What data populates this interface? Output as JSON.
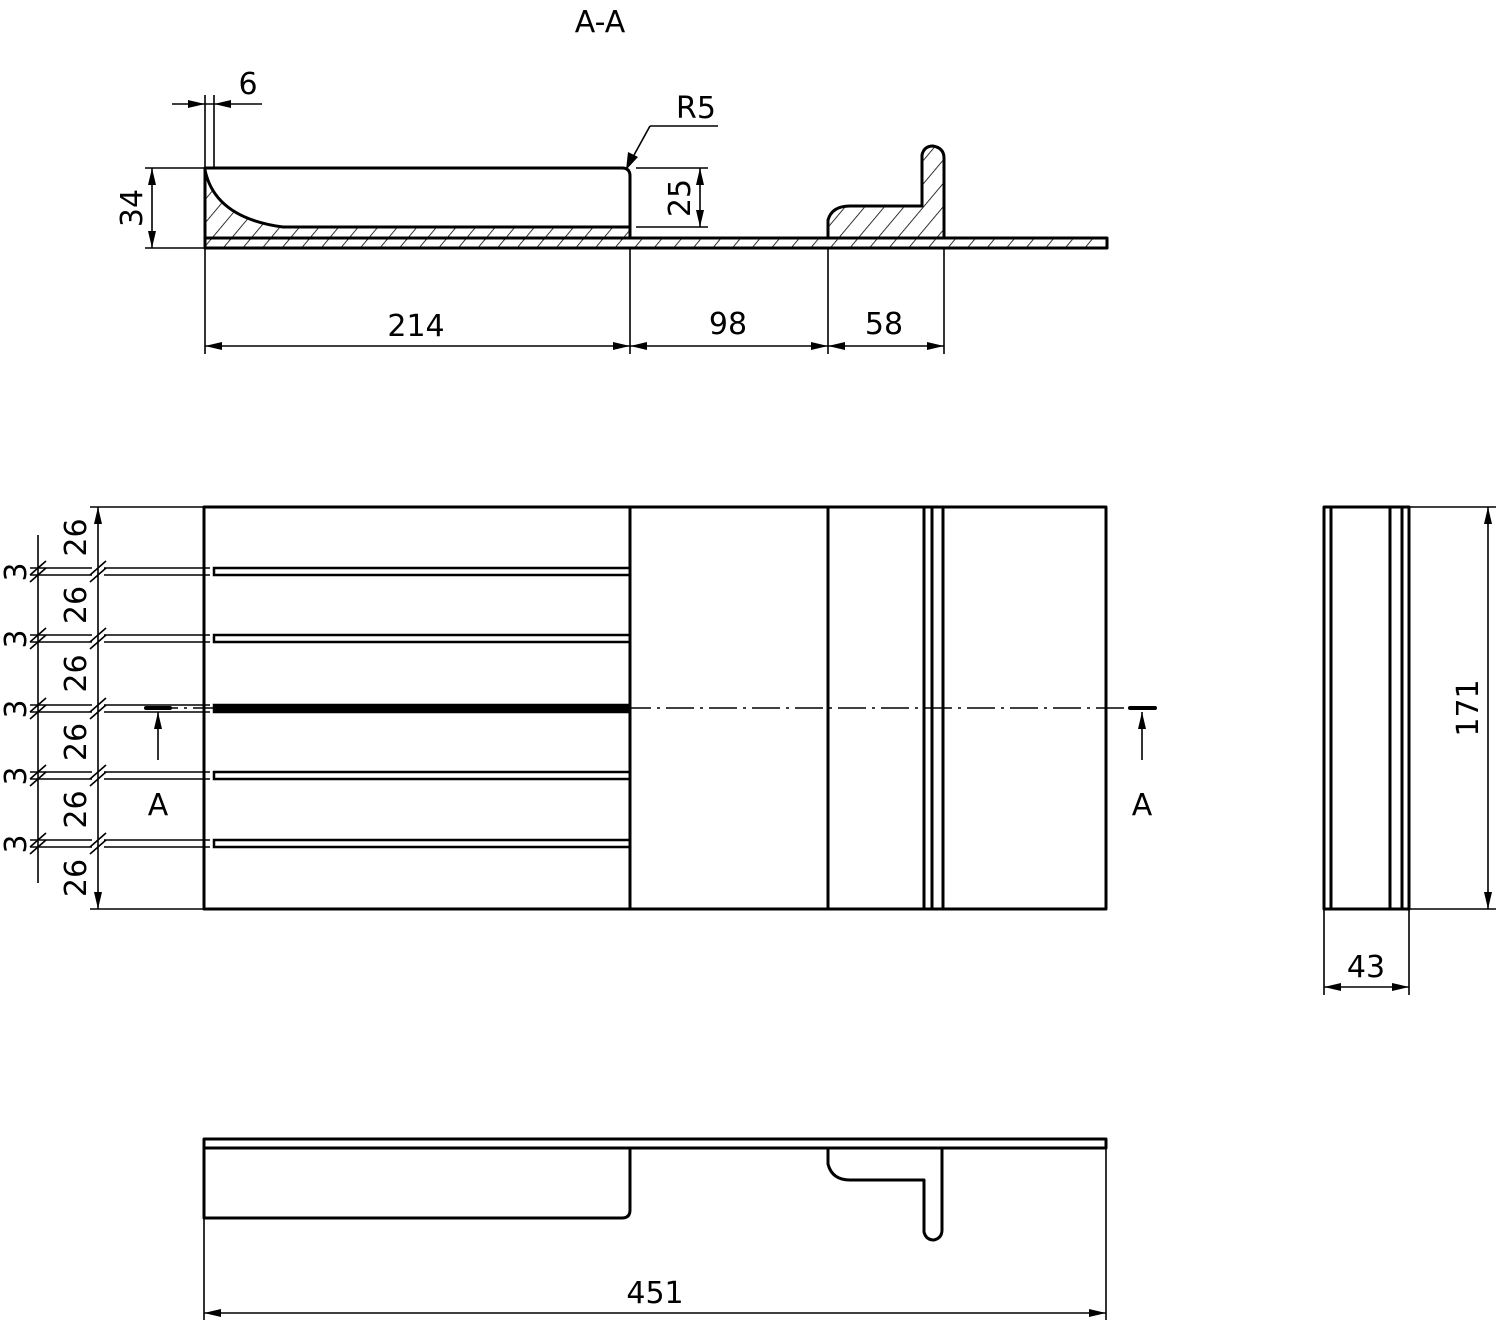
{
  "section": {
    "title": "A-A",
    "dim_wall": "6",
    "dim_radius": "R5",
    "dim_height": "34",
    "dim_insert_height": "25",
    "dim_compartment": "214",
    "dim_middle": "98",
    "dim_stop": "58"
  },
  "plan": {
    "pitch_dims": [
      "26",
      "26",
      "26",
      "26",
      "26",
      "26"
    ],
    "slot_dims": [
      "3",
      "3",
      "3",
      "3",
      "3"
    ],
    "cut_label_left": "A",
    "cut_label_right": "A"
  },
  "side": {
    "dim_depth": "171",
    "dim_width": "43"
  },
  "bottom": {
    "dim_length": "451"
  }
}
